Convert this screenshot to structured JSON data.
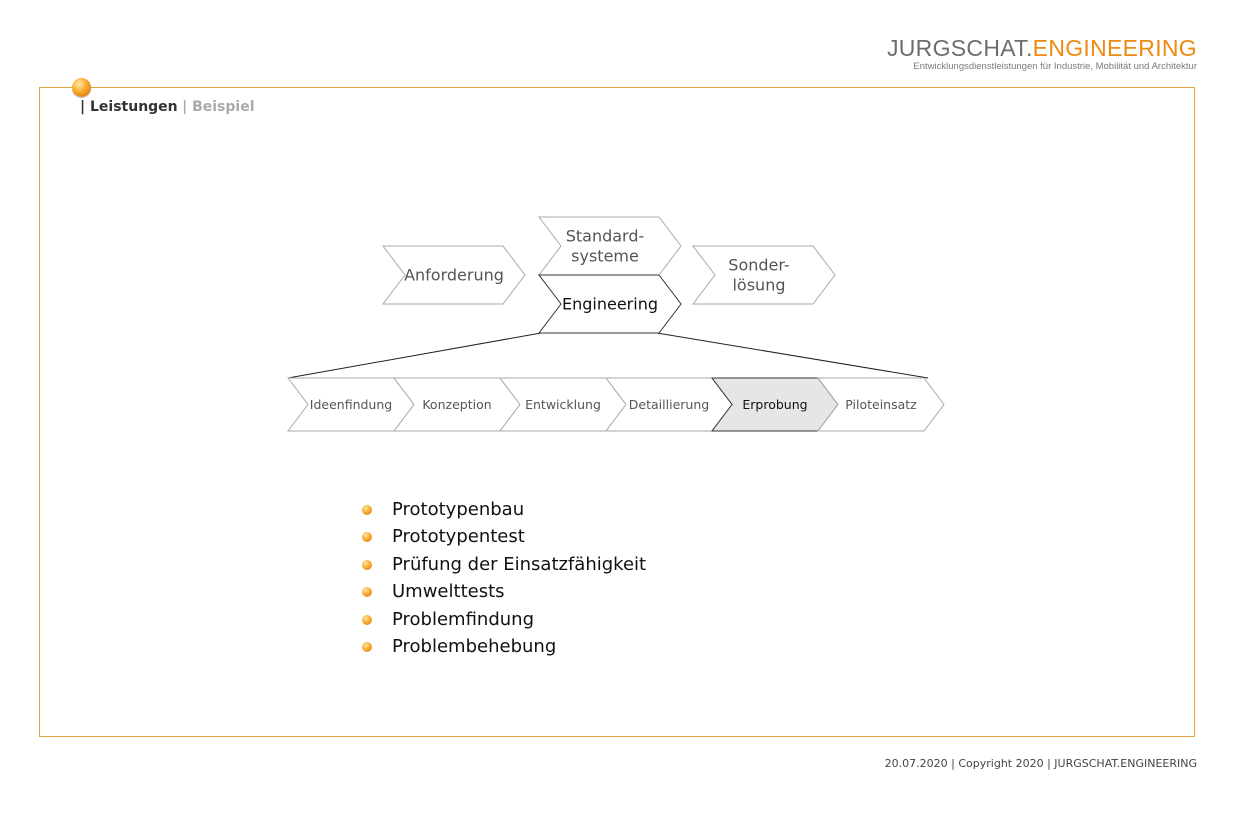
{
  "header": {
    "logo_part1": "JURGSCHAT.",
    "logo_part2": "ENGINEERING",
    "tagline": "Entwicklungsdienstleistungen für Industrie, Mobilität und Architektur"
  },
  "breadcrumb": {
    "active": "| Leistungen",
    "inactive": "| Beispiel"
  },
  "diagram": {
    "top_steps": [
      {
        "id": "anforderung",
        "lines": [
          "Anforderung"
        ]
      },
      {
        "id": "standardsysteme",
        "lines": [
          "Standard-",
          "systeme"
        ]
      },
      {
        "id": "engineering",
        "lines": [
          "Engineering"
        ]
      },
      {
        "id": "sonderloesung",
        "lines": [
          "Sonder-",
          "lösung"
        ]
      }
    ],
    "process_steps": [
      "Ideenfindung",
      "Konzeption",
      "Entwicklung",
      "Detaillierung",
      "Erprobung",
      "Piloteinsatz"
    ],
    "highlighted_step": "Erprobung",
    "colors": {
      "highlight_fill": "#e6e6e6",
      "outline_light": "#aaaaaa",
      "outline_dark": "#333333"
    }
  },
  "bullets": [
    "Prototypenbau",
    "Prototypentest",
    "Prüfung der Einsatzfähigkeit",
    "Umwelttests",
    "Problemfindung",
    "Problembehebung"
  ],
  "footer": {
    "text": "20.07.2020 | Copyright 2020 | JURGSCHAT.ENGINEERING"
  }
}
